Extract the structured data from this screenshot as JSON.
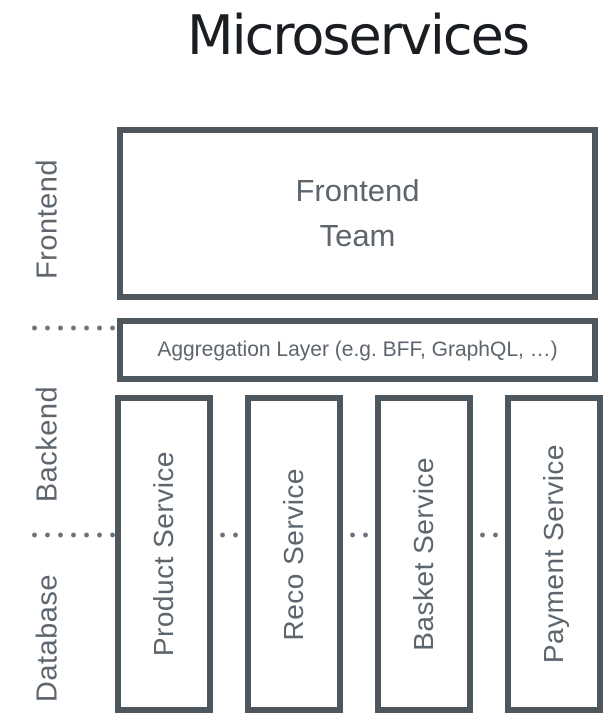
{
  "title": "Microservices",
  "colors": {
    "background": "#ffffff",
    "box_border": "#4e565e",
    "box_text": "#5d666e",
    "row_label_text": "#5d666e",
    "title_text": "#1a1d21",
    "dotted_line": "#6b747c"
  },
  "row_labels": [
    {
      "label": "Frontend"
    },
    {
      "label": "Backend"
    },
    {
      "label": "Database"
    }
  ],
  "frontend_box": {
    "line1": "Frontend",
    "line2": "Team"
  },
  "aggregation_box": {
    "label": "Aggregation Layer (e.g. BFF, GraphQL, …)"
  },
  "service_boxes": [
    {
      "label": "Product Service"
    },
    {
      "label": "Reco Service"
    },
    {
      "label": "Basket Service"
    },
    {
      "label": "Payment Service"
    }
  ]
}
